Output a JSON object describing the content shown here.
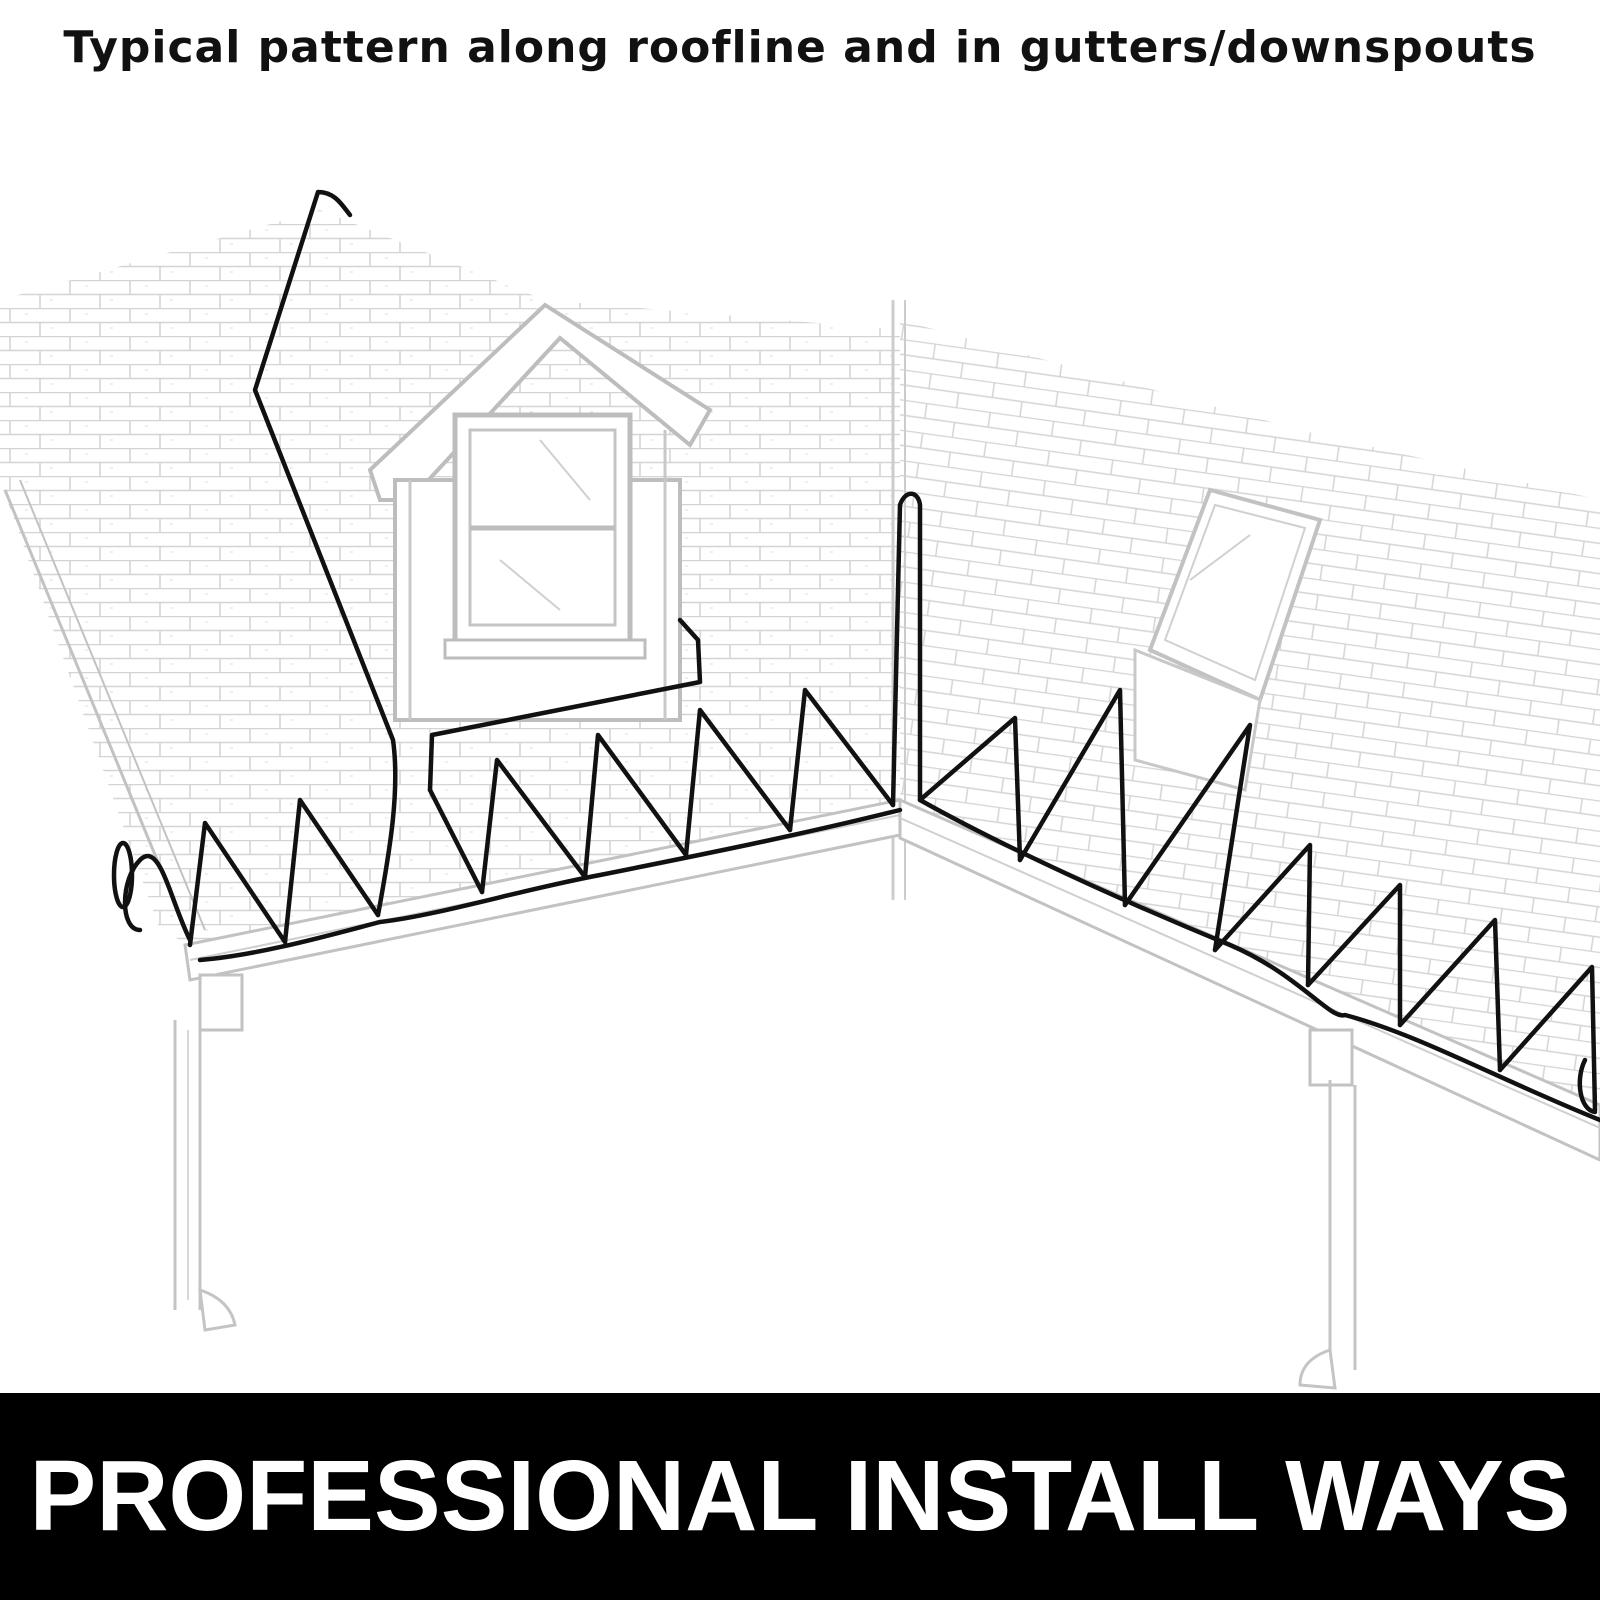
{
  "header": {
    "title": "Typical pattern along roofline and in gutters/downspouts"
  },
  "diagram": {
    "nodes": [
      {
        "id": "roof-left",
        "label": ""
      },
      {
        "id": "roof-right",
        "label": ""
      },
      {
        "id": "dormer",
        "label": ""
      },
      {
        "id": "chimney",
        "label": ""
      },
      {
        "id": "gutter-left",
        "label": ""
      },
      {
        "id": "gutter-right",
        "label": ""
      },
      {
        "id": "downspout-left",
        "label": ""
      },
      {
        "id": "downspout-right",
        "label": ""
      },
      {
        "id": "heating-cable",
        "label": ""
      }
    ],
    "edges": []
  },
  "banner": {
    "text": "PROFESSIONAL INSTALL WAYS"
  },
  "colors": {
    "cable": "#111111",
    "sketch": "#c8c8c8",
    "banner_bg": "#000000",
    "banner_text": "#ffffff"
  }
}
